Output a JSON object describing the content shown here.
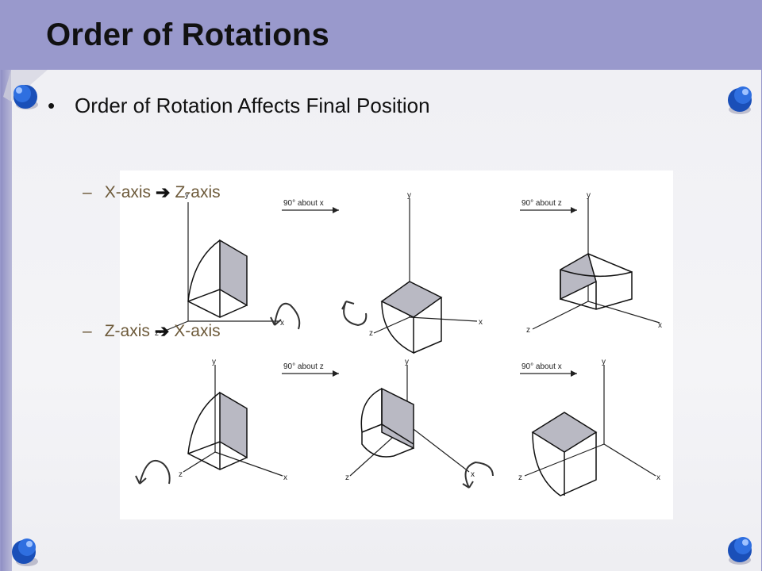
{
  "slide": {
    "title": "Order of Rotations",
    "bullet": "Order of Rotation Affects Final Position",
    "sub_items": [
      {
        "from": "X-axis",
        "arrow": "➔",
        "to": "Z-axis"
      },
      {
        "from": "Z-axis",
        "arrow": "➔",
        "to": "X-axis"
      }
    ]
  },
  "figure": {
    "row1": {
      "step1": "90° about x",
      "step2": "90° about z"
    },
    "row2": {
      "step1": "90° about z",
      "step2": "90° about x"
    },
    "axis_labels": {
      "x": "x",
      "y": "y",
      "z": "z"
    }
  },
  "icons": [
    "pushpin-icon",
    "rotation-arrow-icon"
  ],
  "colors": {
    "background": "#9999cc",
    "paper": "#f2f2f6",
    "pin": "#1f5fc8",
    "sub_text": "#6d5a3a"
  }
}
